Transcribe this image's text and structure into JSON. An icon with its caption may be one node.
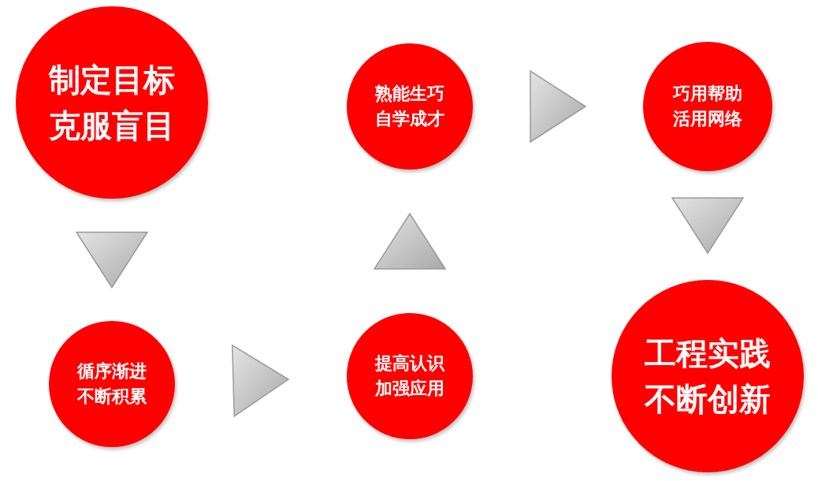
{
  "diagram": {
    "nodes": [
      {
        "text": [
          "制定目标",
          "克服盲目"
        ]
      },
      {
        "text": [
          "循序渐进",
          "不断积累"
        ]
      },
      {
        "text": [
          "提高认识",
          "加强应用"
        ]
      },
      {
        "text": [
          "熟能生巧",
          "自学成才"
        ]
      },
      {
        "text": [
          "巧用帮助",
          "活用网络"
        ]
      },
      {
        "text": [
          "工程实践",
          "不断创新"
        ]
      }
    ],
    "edges": [
      {
        "from": 0,
        "to": 1,
        "arrow": "to"
      },
      {
        "from": 1,
        "to": 2,
        "arrow": "to"
      },
      {
        "from": 2,
        "to": 3,
        "arrow": "to"
      },
      {
        "from": 3,
        "to": 4,
        "arrow": "to"
      },
      {
        "from": 4,
        "to": 5,
        "arrow": "to"
      }
    ]
  }
}
